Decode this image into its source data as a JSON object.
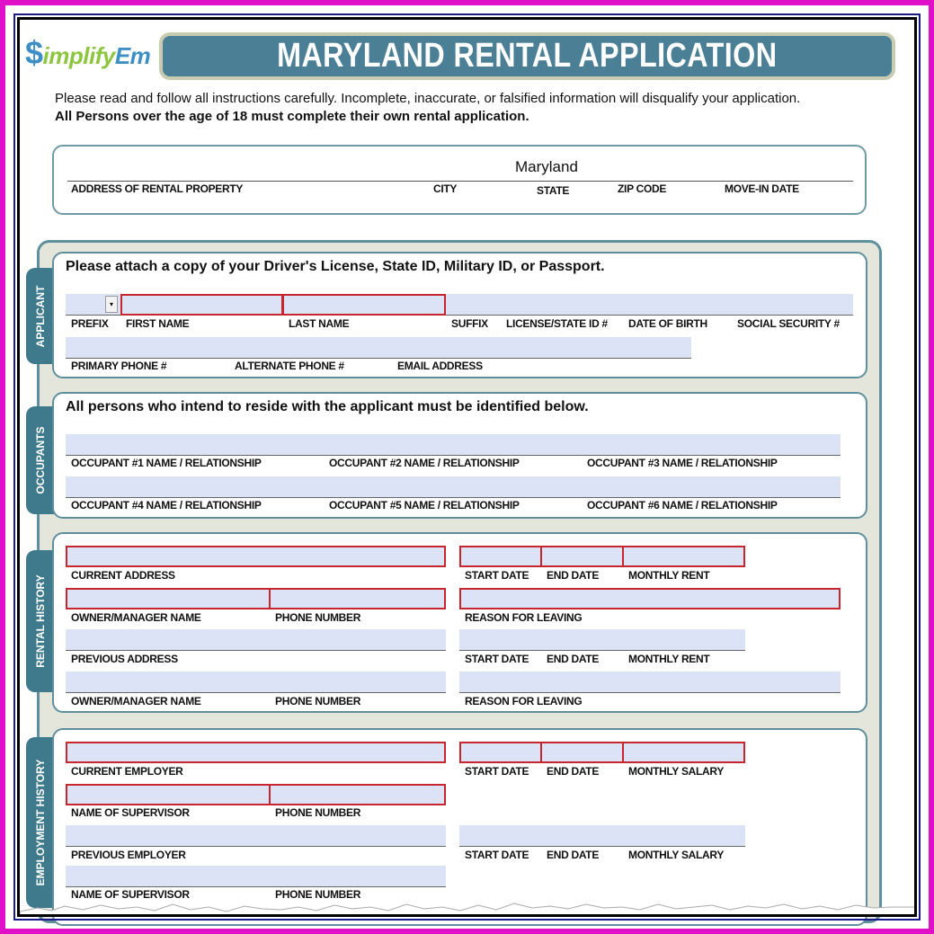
{
  "logo": {
    "text": "SimplifyEm",
    "dollar": "$",
    "mid": "implify",
    "end": "Em"
  },
  "title": "MARYLAND RENTAL APPLICATION",
  "instructions": {
    "line1": "Please read and follow all instructions carefully. Incomplete, inaccurate, or falsified information will disqualify your application.",
    "line2": "All Persons over the age of 18 must complete their own rental application."
  },
  "property": {
    "state_value": "Maryland",
    "labels": [
      "ADDRESS OF RENTAL PROPERTY",
      "CITY",
      "STATE",
      "ZIP CODE",
      "MOVE-IN DATE"
    ]
  },
  "applicant": {
    "tab": "APPLICANT",
    "heading": "Please attach a copy of your Driver's License, State ID, Military ID, or Passport.",
    "row1": [
      "PREFIX",
      "FIRST NAME",
      "LAST NAME",
      "SUFFIX",
      "LICENSE/STATE ID #",
      "DATE OF BIRTH",
      "SOCIAL SECURITY #"
    ],
    "row2": [
      "PRIMARY PHONE #",
      "ALTERNATE PHONE #",
      "EMAIL ADDRESS"
    ]
  },
  "occupants": {
    "tab": "OCCUPANTS",
    "heading": "All persons who intend to reside with the applicant must be identified below.",
    "labels": [
      "OCCUPANT #1 NAME / RELATIONSHIP",
      "OCCUPANT #2 NAME / RELATIONSHIP",
      "OCCUPANT #3 NAME / RELATIONSHIP",
      "OCCUPANT #4 NAME / RELATIONSHIP",
      "OCCUPANT #5 NAME / RELATIONSHIP",
      "OCCUPANT #6 NAME / RELATIONSHIP"
    ]
  },
  "rental": {
    "tab": "RENTAL HISTORY",
    "current_address": "CURRENT ADDRESS",
    "start": "START DATE",
    "end": "END DATE",
    "rent": "MONTHLY RENT",
    "owner": "OWNER/MANAGER NAME",
    "phone": "PHONE NUMBER",
    "reason": "REASON FOR LEAVING",
    "previous_address": "PREVIOUS ADDRESS"
  },
  "employment": {
    "tab": "EMPLOYMENT HISTORY",
    "current": "CURRENT EMPLOYER",
    "start": "START DATE",
    "end": "END DATE",
    "salary": "MONTHLY SALARY",
    "supervisor": "NAME OF SUPERVISOR",
    "phone": "PHONE NUMBER",
    "previous": "PREVIOUS EMPLOYER"
  }
}
